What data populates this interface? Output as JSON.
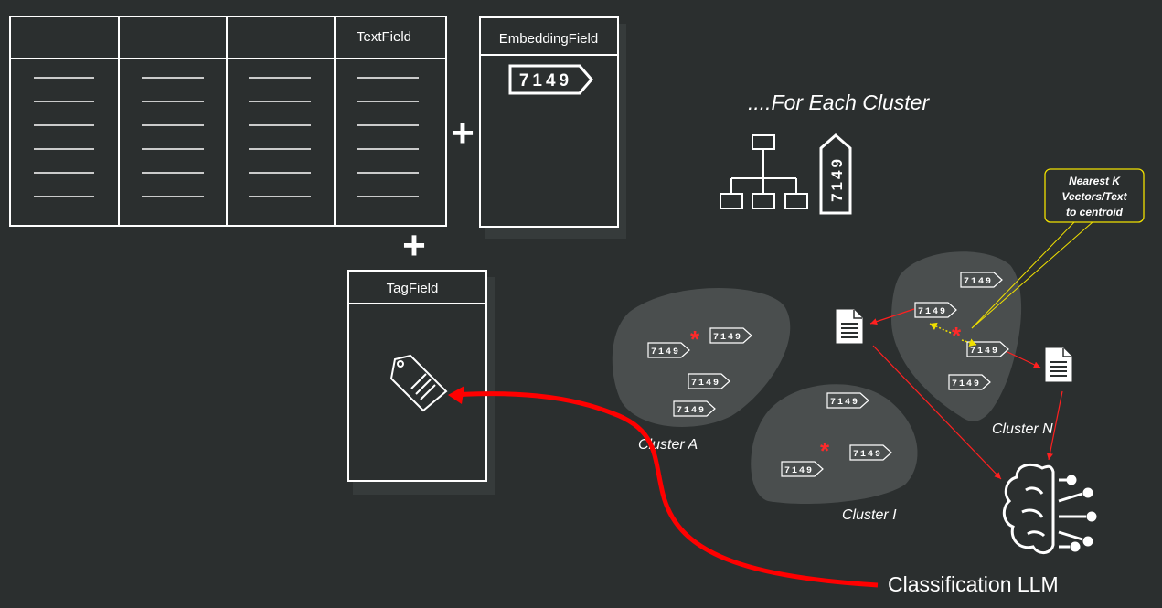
{
  "table": {
    "text_field_label": "TextField"
  },
  "embedding_box": {
    "title": "EmbeddingField",
    "vector_label": "7149"
  },
  "tag_box": {
    "title": "TagField"
  },
  "operators": {
    "plus_right": "+",
    "plus_below": "+"
  },
  "for_each": {
    "title": "....For Each Cluster",
    "vector_label": "7149"
  },
  "callout": {
    "line1": "Nearest K",
    "line2": "Vectors/Text",
    "line3": "to centroid"
  },
  "clusters": {
    "a_label": "Cluster A",
    "i_label": "Cluster I",
    "n_label": "Cluster N",
    "vector_label": "7149"
  },
  "llm": {
    "label": "Classification LLM"
  },
  "colors": {
    "background": "#2b2f2f",
    "cluster_fill": "#4a4e4e",
    "red_arrow": "#ff0000",
    "centroid": "#ff2a2a",
    "callout_border": "#f0e000"
  }
}
